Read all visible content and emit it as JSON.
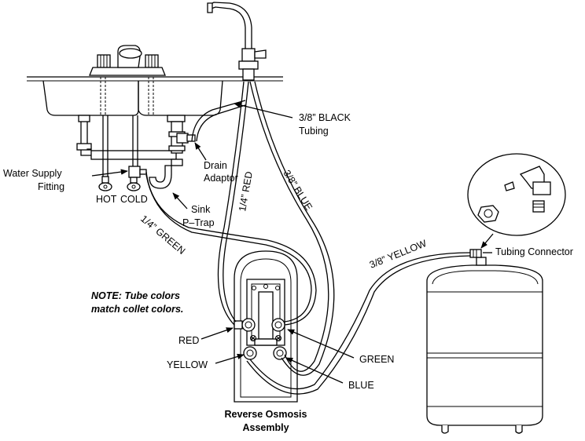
{
  "labels": {
    "black_tubing_line1": "3/8” BLACK",
    "black_tubing_line2": "Tubing",
    "drain_adaptor_line1": "Drain",
    "drain_adaptor_line2": "Adaptor",
    "water_supply_line1": "Water Supply",
    "water_supply_line2": "Fitting",
    "hot": "HOT",
    "cold": "COLD",
    "sink_ptrap_line1": "Sink",
    "sink_ptrap_line2": "P–Trap",
    "green_tube": "1/4” GREEN",
    "red_tube": "1/4” RED",
    "blue_tube": "3/8” BLUE",
    "yellow_tube": "3/8” YELLOW",
    "tubing_connector": "Tubing Connector",
    "note_line1": "NOTE: Tube colors",
    "note_line2": "match collet colors.",
    "collet_red": "RED",
    "collet_yellow": "YELLOW",
    "collet_green": "GREEN",
    "collet_blue": "BLUE",
    "assembly_line1": "Reverse Osmosis",
    "assembly_line2": "Assembly"
  }
}
